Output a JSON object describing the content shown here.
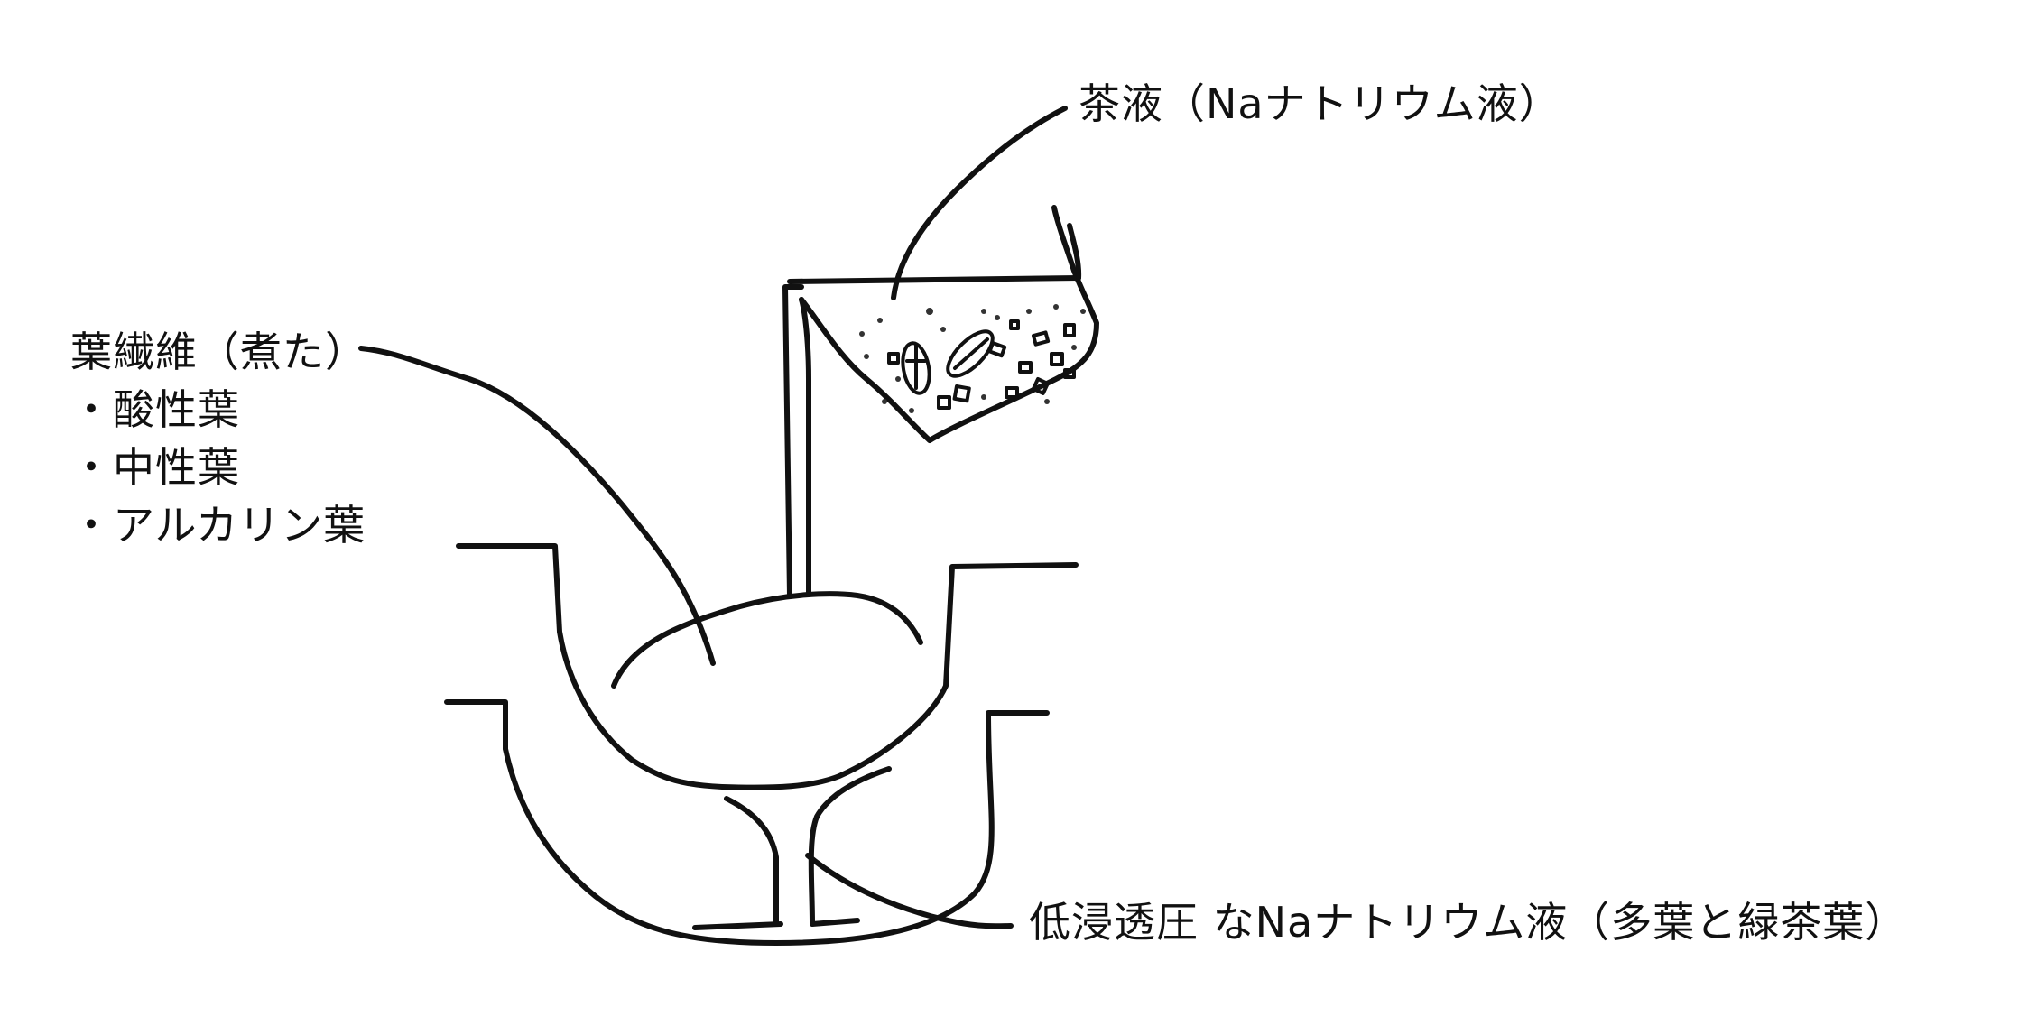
{
  "labels": {
    "tea_liquid": "茶液（Naナトリウム液）",
    "fiber_title": "葉繊維（煮た）",
    "fiber_items": [
      "・酸性葉",
      "・中性葉",
      "・アルカリン葉"
    ],
    "output": "低浸透圧 なNaナトリウム液（多葉と緑茶葉）"
  },
  "colors": {
    "ink": "#111111",
    "background": "#ffffff"
  }
}
